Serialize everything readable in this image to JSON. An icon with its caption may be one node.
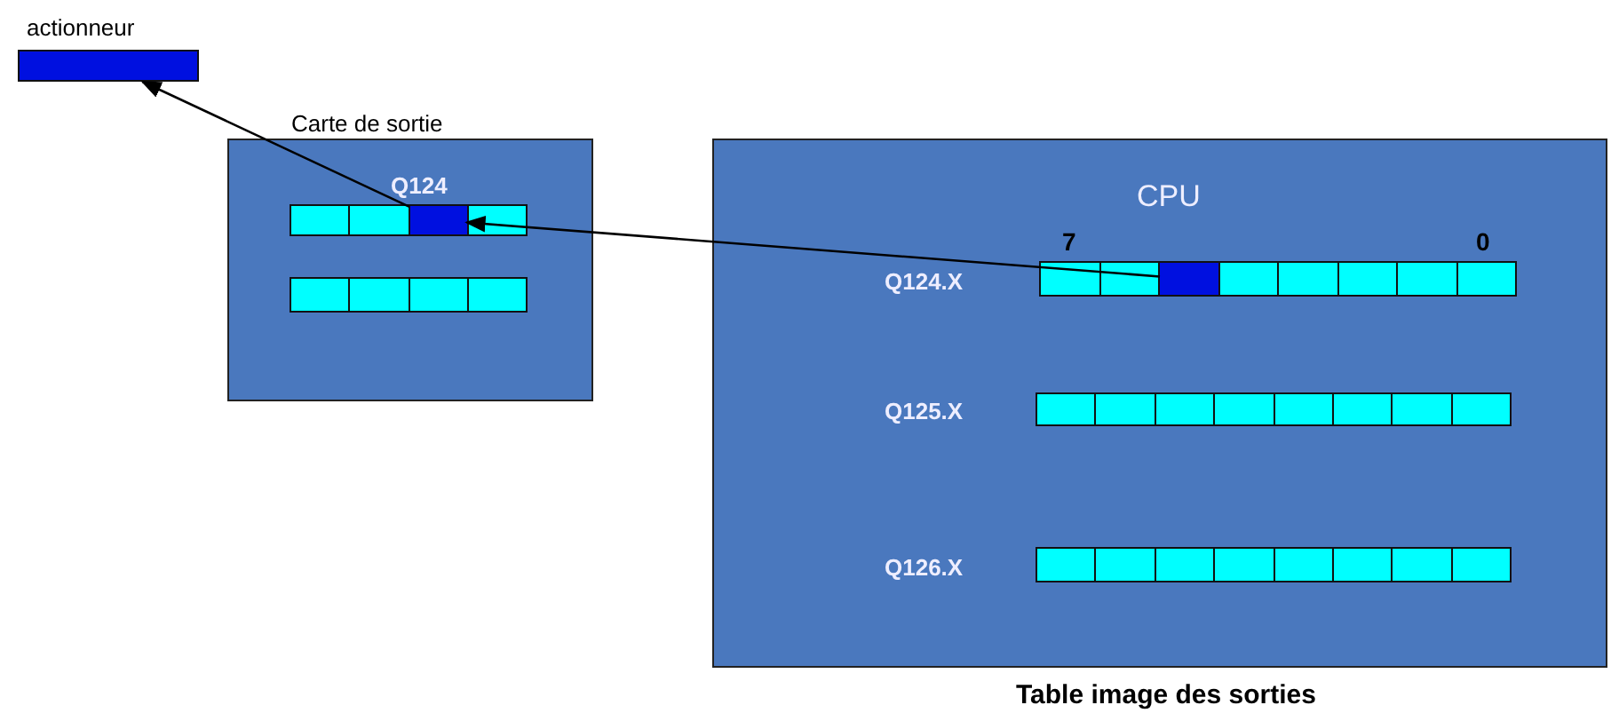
{
  "diagram": {
    "caption": "Table image des sorties",
    "nodes": [
      {
        "text": [
          "actionneur"
        ]
      },
      {
        "text": [
          "Carte de sortie"
        ]
      },
      {
        "text": [
          "Q124"
        ],
        "in": 1
      },
      {
        "text": [],
        "shape": "box",
        "in": 2
      },
      {
        "text": [],
        "shape": "bar",
        "in": 1
      },
      {
        "text": [
          "CPU"
        ]
      },
      {
        "text": [
          "Q124.X"
        ],
        "in": 5
      },
      {
        "text": [],
        "shape": "box",
        "in": 6
      },
      {
        "text": [
          "Q125.X"
        ],
        "in": 5
      },
      {
        "text": [
          "Q126.X"
        ],
        "in": 5
      }
    ],
    "edges": [
      {
        "from": 7,
        "to": 3,
        "arrow": "to"
      },
      {
        "from": 3,
        "to": 0,
        "arrow": "to"
      }
    ],
    "labels": [
      "7",
      "0"
    ]
  }
}
